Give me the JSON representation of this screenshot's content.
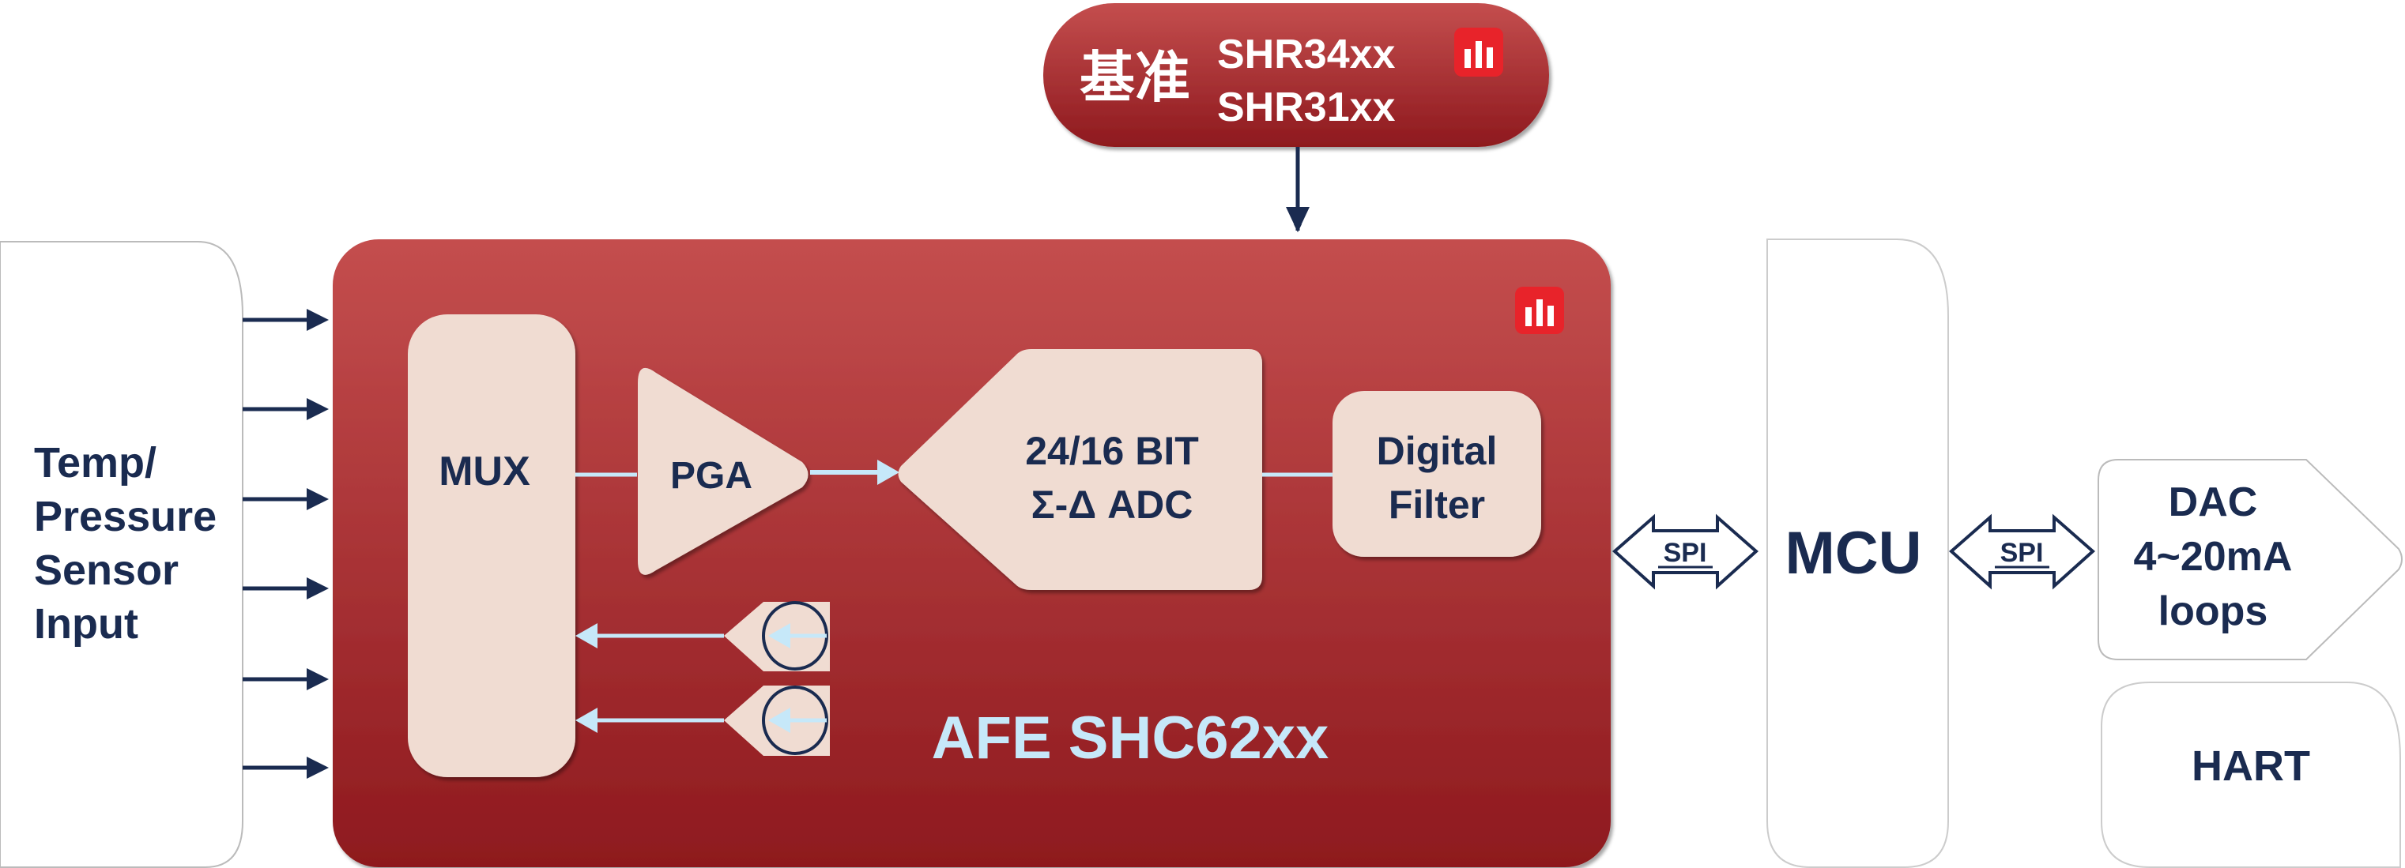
{
  "reference": {
    "label_cn": "基准",
    "parts": [
      "SHR34xx",
      "SHR31xx"
    ],
    "logo": "brand-bars-logo"
  },
  "sensor": {
    "lines": [
      "Temp/",
      "Pressure",
      "Sensor",
      "Input"
    ],
    "input_count": 6
  },
  "afe": {
    "title": "AFE SHC62xx",
    "mux": "MUX",
    "pga": "PGA",
    "adc": [
      "24/16 BIT",
      "Σ-Δ ADC"
    ],
    "filter": [
      "Digital",
      "Filter"
    ],
    "current_sources": 2,
    "logo": "brand-bars-logo"
  },
  "spi_left": "SPI",
  "mcu": "MCU",
  "spi_right": "SPI",
  "dac": [
    "DAC",
    "4~20mA",
    "loops"
  ],
  "hart": "HART",
  "colors": {
    "red_top": "#c44e4e",
    "red_bottom": "#8e191e",
    "block": "#f0dcd2",
    "navy": "#1a2b50",
    "light_blue": "#c6e8f9",
    "logo_red": "#e8232a"
  }
}
